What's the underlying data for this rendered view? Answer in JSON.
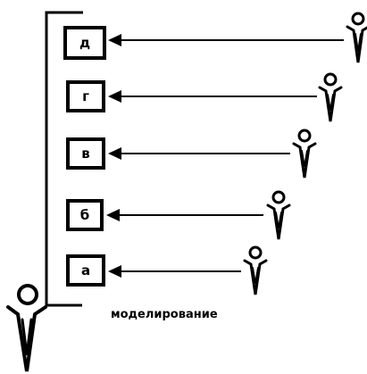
{
  "boxes": [
    {
      "label": "д"
    },
    {
      "label": "г"
    },
    {
      "label": "в"
    },
    {
      "label": "б"
    },
    {
      "label": "а"
    }
  ],
  "caption": "моделирование",
  "colors": {
    "ink": "#000000",
    "background": "#ffffff"
  },
  "icons": {
    "figure": "person-stick-figure-icon",
    "arrow": "arrow-left-icon",
    "bracket": "bracket-line"
  }
}
